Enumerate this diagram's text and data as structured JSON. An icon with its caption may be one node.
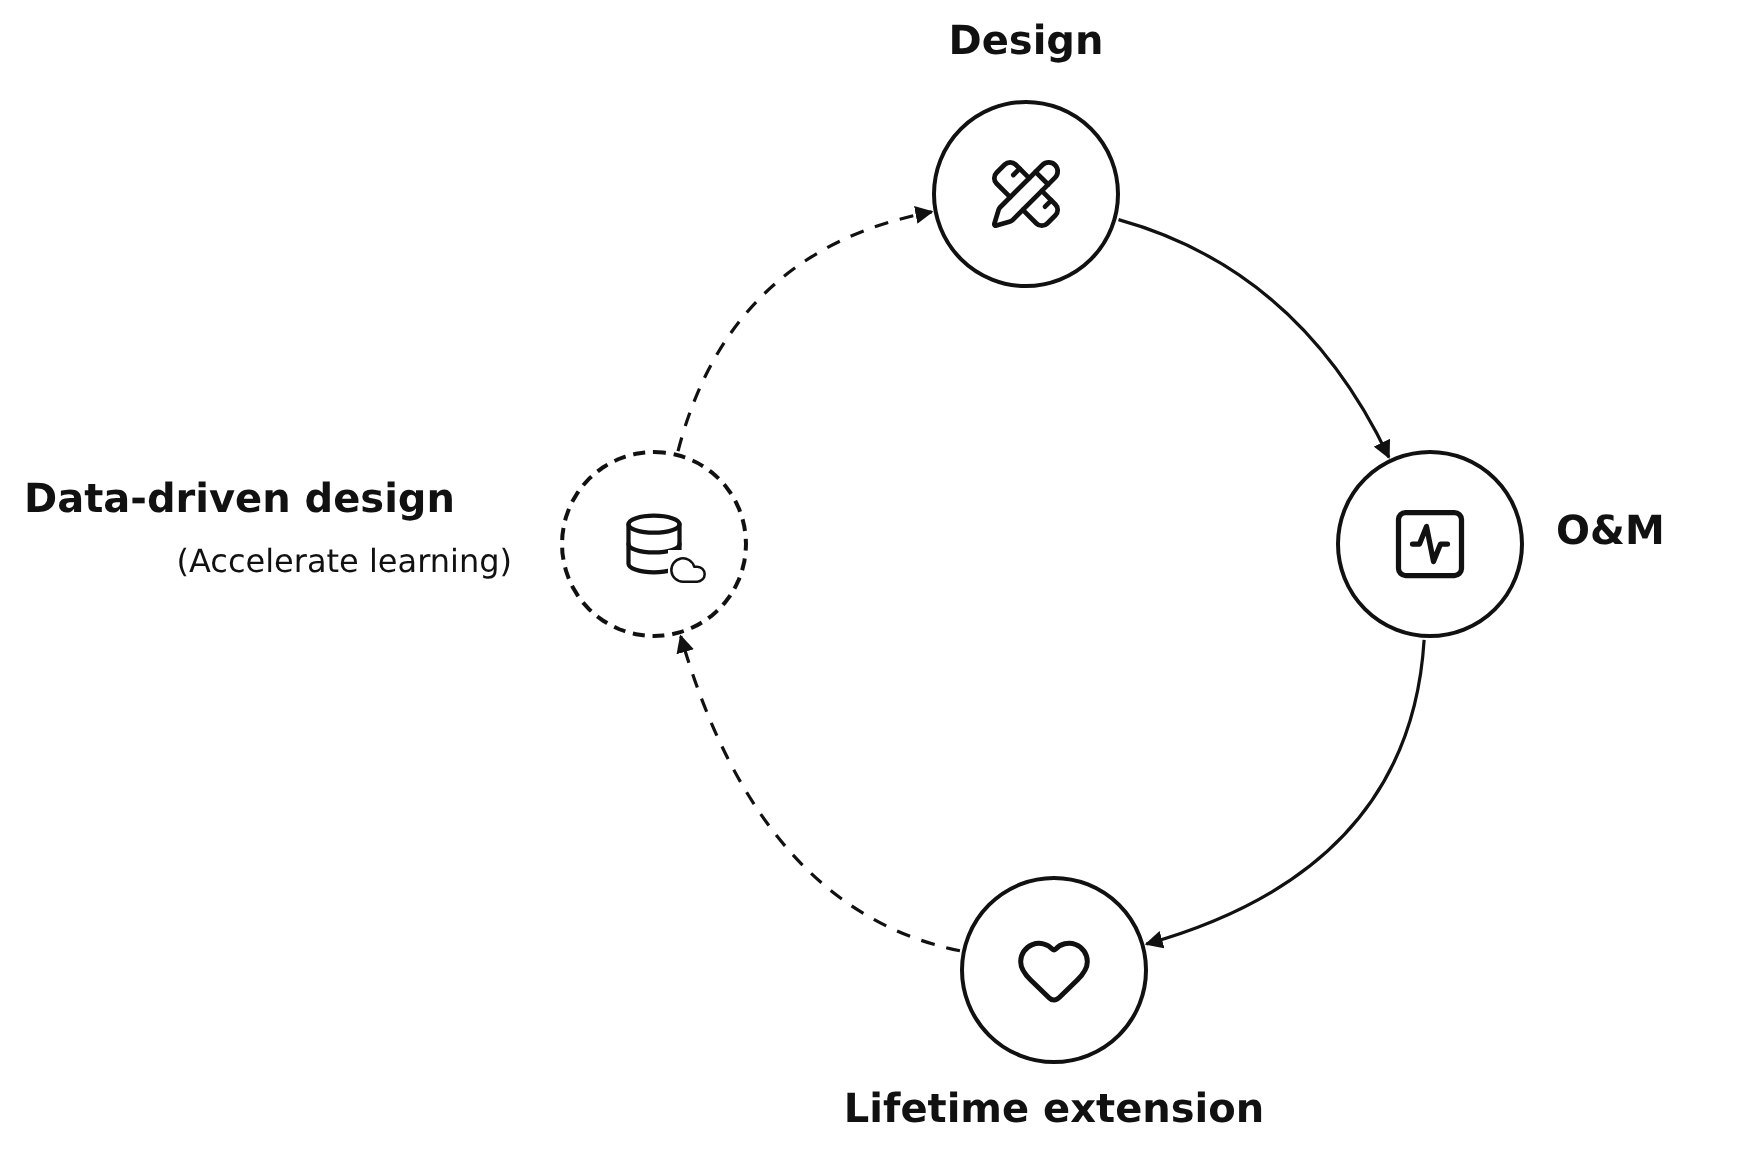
{
  "diagram": {
    "nodes": [
      {
        "text": [
          "Design"
        ]
      },
      {
        "text": [
          "O&M"
        ]
      },
      {
        "text": [
          "Lifetime extension"
        ]
      },
      {
        "text": [
          "Data-driven design",
          "(Accelerate learning)"
        ]
      }
    ],
    "edges": [
      {
        "from": 0,
        "to": 1,
        "arrow": "to"
      },
      {
        "from": 1,
        "to": 2,
        "arrow": "to"
      },
      {
        "from": 2,
        "to": 3,
        "arrow": "to",
        "style": "dashed"
      },
      {
        "from": 3,
        "to": 0,
        "arrow": "to",
        "style": "dashed"
      }
    ]
  }
}
